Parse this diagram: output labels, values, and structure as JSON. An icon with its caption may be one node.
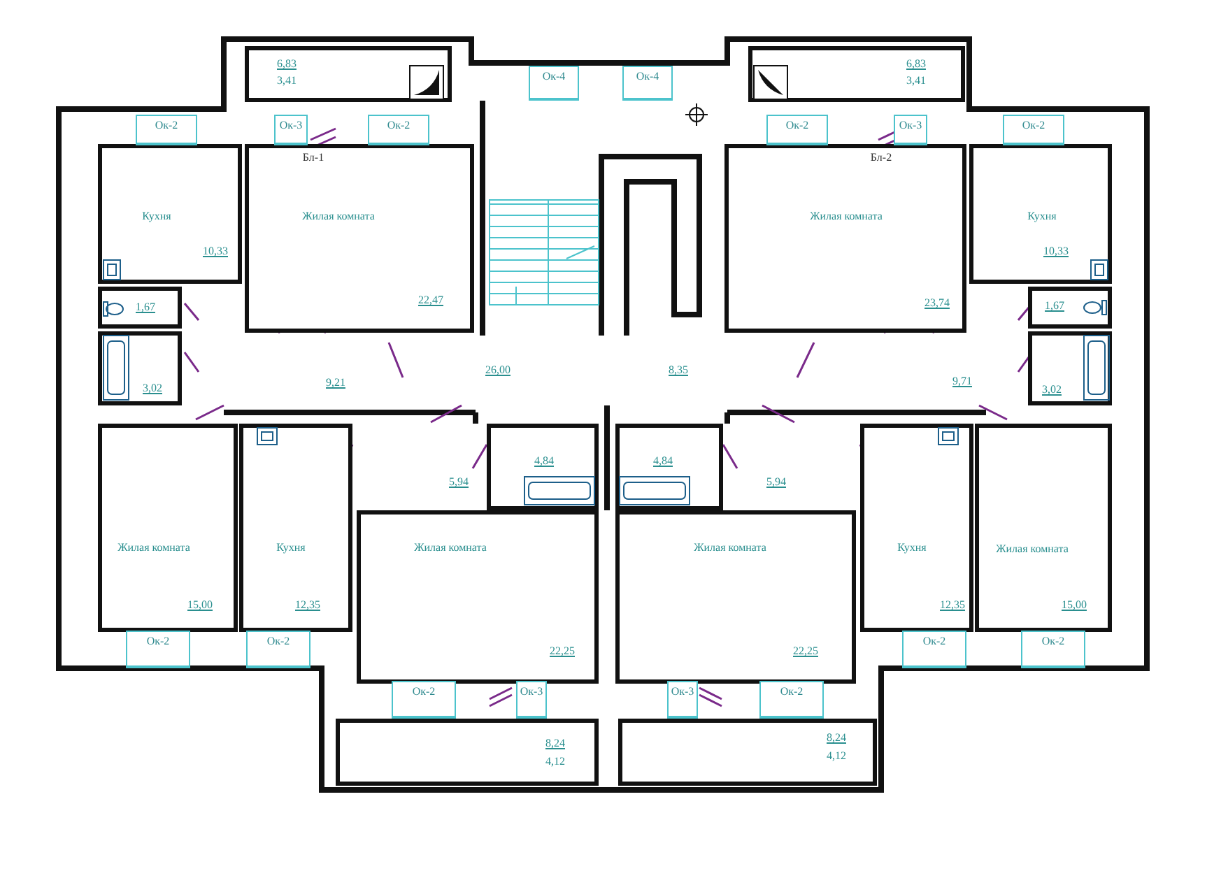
{
  "diagram": {
    "nodes": [
      {
        "text": [
          "6,83",
          "3,41"
        ]
      },
      {
        "text": [
          "Ок-4"
        ]
      },
      {
        "text": [
          "Ок-4"
        ]
      },
      {
        "text": [
          "6,83",
          "3,41"
        ]
      },
      {
        "text": [
          "Ок-2"
        ]
      },
      {
        "text": [
          "Ок-3"
        ]
      },
      {
        "text": [
          "Ок-2"
        ]
      },
      {
        "text": [
          "Ок-2"
        ]
      },
      {
        "text": [
          "Ок-3"
        ]
      },
      {
        "text": [
          "Ок-2"
        ]
      },
      {
        "text": [
          "Кухня",
          "10,33"
        ]
      },
      {
        "text": [
          "Жилая комната",
          "22,47"
        ]
      },
      {
        "text": [
          "Жилая комната",
          "23,74"
        ]
      },
      {
        "text": [
          "Кухня",
          "10,33"
        ]
      },
      {
        "text": [
          "1,67"
        ]
      },
      {
        "text": [
          "1,67"
        ]
      },
      {
        "text": [
          "3,02"
        ]
      },
      {
        "text": [
          "3,02"
        ]
      },
      {
        "text": [
          "Жилая комната",
          "15,00"
        ]
      },
      {
        "text": [
          "Кухня",
          "12,35"
        ]
      },
      {
        "text": [
          "4,84"
        ]
      },
      {
        "text": [
          "4,84"
        ]
      },
      {
        "text": [
          "Кухня",
          "12,35"
        ]
      },
      {
        "text": [
          "Жилая комната",
          "15,00"
        ]
      },
      {
        "text": [
          "Жилая комната",
          "22,25"
        ]
      },
      {
        "text": [
          "Жилая комната",
          "22,25"
        ]
      },
      {
        "text": [
          "Ок-2"
        ]
      },
      {
        "text": [
          "Ок-2"
        ]
      },
      {
        "text": [
          "Ок-2"
        ]
      },
      {
        "text": [
          "Ок-2"
        ]
      },
      {
        "text": [
          "Ок-2"
        ]
      },
      {
        "text": [
          "Ок-3"
        ]
      },
      {
        "text": [
          "Ок-3"
        ]
      },
      {
        "text": [
          "Ок-2"
        ]
      },
      {
        "text": [
          "8,24",
          "4,12"
        ]
      },
      {
        "text": [
          "8,24",
          "4,12"
        ]
      }
    ],
    "labels": [
      "Бл-1",
      "Бл-2",
      "26,00",
      "8,35",
      "9,21",
      "9,71",
      "5,94",
      "5,94"
    ]
  }
}
